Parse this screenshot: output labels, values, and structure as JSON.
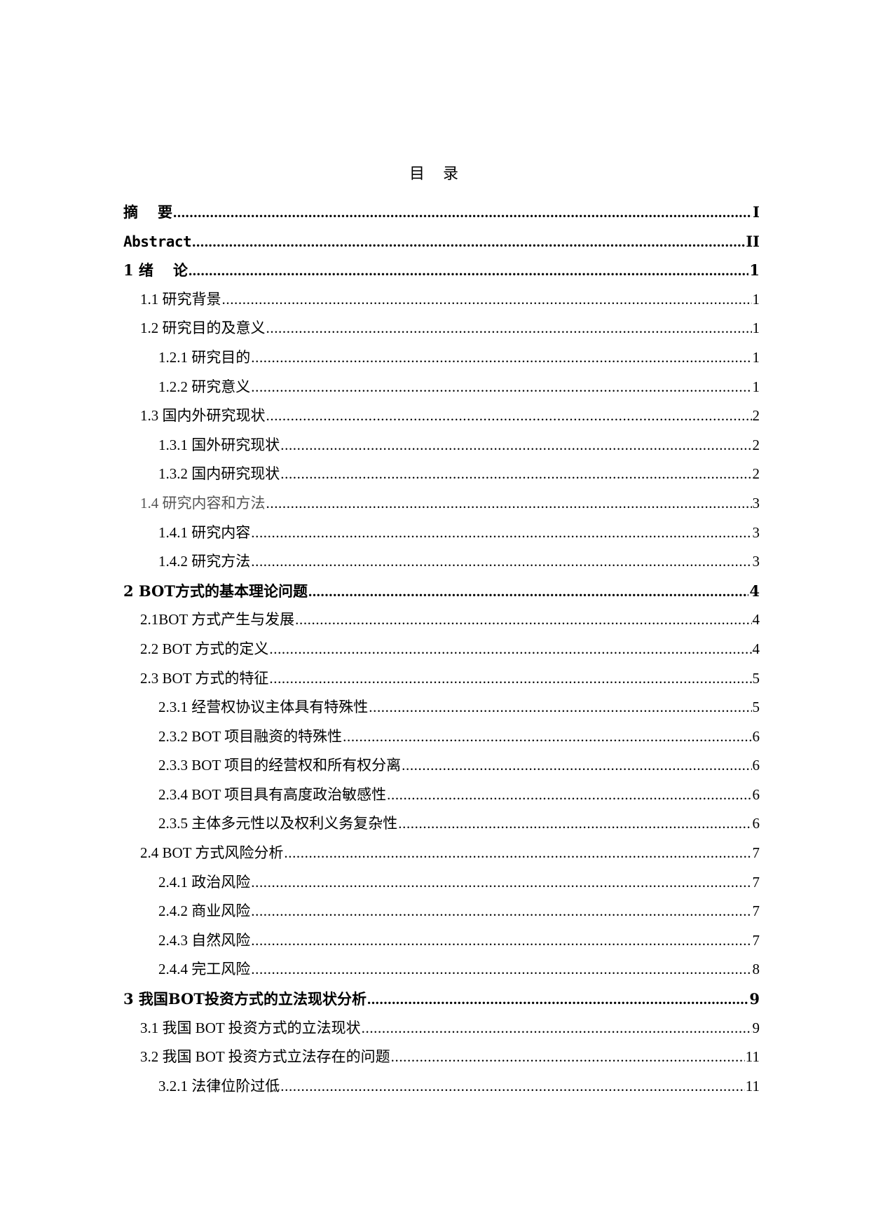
{
  "document": {
    "title_chars": [
      "目",
      "录"
    ],
    "toc": [
      {
        "label_a": "摘",
        "label_b": "要",
        "page": "I",
        "level": 0
      },
      {
        "label": "Abstract",
        "page": "II",
        "level": 0
      },
      {
        "label_a": "1 绪",
        "label_b": "论",
        "page": "1",
        "level": 0
      },
      {
        "label": "1.1 研究背景",
        "page": "1",
        "level": 1
      },
      {
        "label": "1.2 研究目的及意义",
        "page": "1",
        "level": 1
      },
      {
        "label": "1.2.1 研究目的",
        "page": "1",
        "level": 2
      },
      {
        "label": "1.2.2 研究意义",
        "page": "1",
        "level": 2
      },
      {
        "label": "1.3 国内外研究现状",
        "page": "2",
        "level": 1
      },
      {
        "label": "1.3.1 国外研究现状",
        "page": "2",
        "level": 2
      },
      {
        "label": "1.3.2 国内研究现状",
        "page": "2",
        "level": 2
      },
      {
        "label": "1.4 研究内容和方法",
        "page": "3",
        "level": 1
      },
      {
        "label": "1.4.1 研究内容",
        "page": "3",
        "level": 2
      },
      {
        "label": "1.4.2 研究方法",
        "page": "3",
        "level": 2
      },
      {
        "label": "2 BOT方式的基本理论问题",
        "page": "4",
        "level": 0
      },
      {
        "label": "2.1BOT 方式产生与发展",
        "page": "4",
        "level": 1
      },
      {
        "label": "2.2 BOT 方式的定义",
        "page": "4",
        "level": 1
      },
      {
        "label": "2.3 BOT 方式的特征",
        "page": "5",
        "level": 1
      },
      {
        "label": "2.3.1 经营权协议主体具有特殊性",
        "page": "5",
        "level": 2
      },
      {
        "label": "2.3.2 BOT 项目融资的特殊性",
        "page": "6",
        "level": 2
      },
      {
        "label": "2.3.3 BOT 项目的经营权和所有权分离",
        "page": "6",
        "level": 2
      },
      {
        "label": "2.3.4 BOT 项目具有高度政治敏感性",
        "page": "6",
        "level": 2
      },
      {
        "label": "2.3.5 主体多元性以及权利义务复杂性",
        "page": "6",
        "level": 2
      },
      {
        "label": "2.4 BOT 方式风险分析",
        "page": "7",
        "level": 1
      },
      {
        "label": "2.4.1 政治风险",
        "page": "7",
        "level": 2
      },
      {
        "label": "2.4.2 商业风险",
        "page": "7",
        "level": 2
      },
      {
        "label": "2.4.3 自然风险",
        "page": "7",
        "level": 2
      },
      {
        "label": "2.4.4 完工风险",
        "page": "8",
        "level": 2
      },
      {
        "label": "3 我国BOT投资方式的立法现状分析",
        "page": "9",
        "level": 0
      },
      {
        "label": "3.1 我国 BOT 投资方式的立法现状",
        "page": "9",
        "level": 1
      },
      {
        "label": "3.2 我国 BOT 投资方式立法存在的问题",
        "page": "11",
        "level": 1
      },
      {
        "label": "3.2.1 法律位阶过低",
        "page": "11",
        "level": 2
      }
    ]
  }
}
